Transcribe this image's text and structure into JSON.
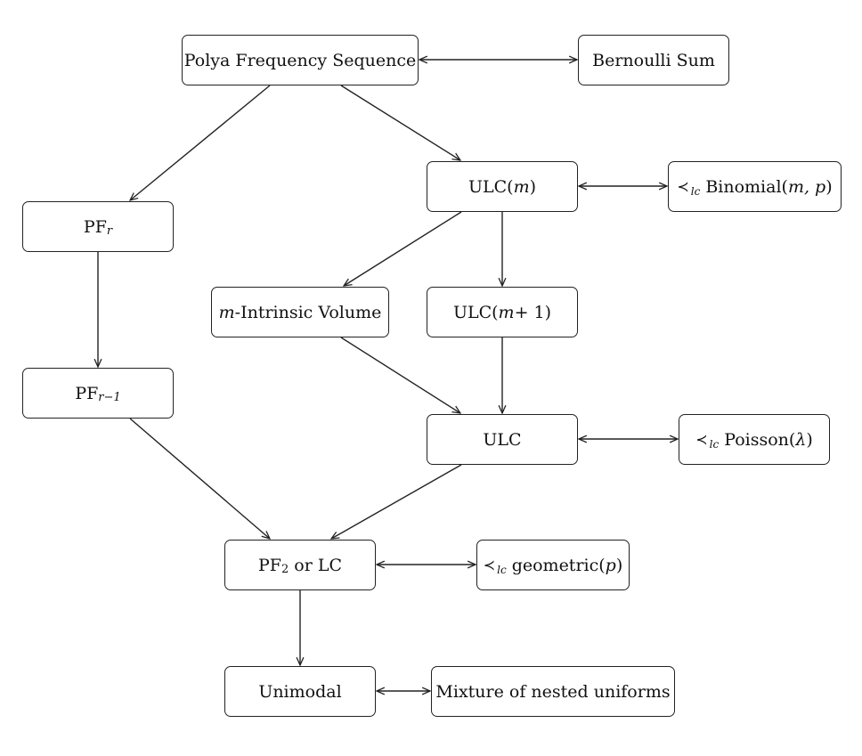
{
  "nodes": {
    "polya": "Polya Frequency Sequence",
    "bernoulli": "Bernoulli Sum",
    "ulc_m": {
      "base": "ULC(",
      "var": "m",
      "close": ")"
    },
    "binomial": {
      "rel": "≺",
      "rel_sub": "lc",
      "text": "Binomial(",
      "vars": "m, p",
      "close": ")"
    },
    "pf_r": {
      "base": "PF",
      "sub": "r"
    },
    "m_intrinsic": {
      "var": "m",
      "text": "-Intrinsic Volume"
    },
    "ulc_m1": {
      "base": "ULC(",
      "var": "m",
      "rest": " + 1)"
    },
    "pf_r1": {
      "base": "PF",
      "sub": "r−1"
    },
    "ulc": "ULC",
    "poisson": {
      "rel": "≺",
      "rel_sub": "lc",
      "text": "Poisson(",
      "var": "λ",
      "close": ")"
    },
    "pf2": {
      "base": "PF",
      "sub": "2",
      "rest": " or LC"
    },
    "geometric": {
      "rel": "≺",
      "rel_sub": "lc",
      "text": "geometric(",
      "var": "p",
      "close": ")"
    },
    "unimodal": "Unimodal",
    "mixture": "Mixture of nested uniforms"
  },
  "edges": [
    {
      "from": "polya",
      "to": "bernoulli",
      "type": "bidirectional"
    },
    {
      "from": "polya",
      "to": "pf_r",
      "type": "directed"
    },
    {
      "from": "polya",
      "to": "ulc_m",
      "type": "directed"
    },
    {
      "from": "ulc_m",
      "to": "binomial",
      "type": "bidirectional"
    },
    {
      "from": "ulc_m",
      "to": "m_intrinsic",
      "type": "directed"
    },
    {
      "from": "ulc_m",
      "to": "ulc_m1",
      "type": "directed"
    },
    {
      "from": "pf_r",
      "to": "pf_r1",
      "type": "directed"
    },
    {
      "from": "m_intrinsic",
      "to": "ulc",
      "type": "directed"
    },
    {
      "from": "ulc_m1",
      "to": "ulc",
      "type": "directed"
    },
    {
      "from": "ulc",
      "to": "poisson",
      "type": "bidirectional"
    },
    {
      "from": "pf_r1",
      "to": "pf2",
      "type": "directed"
    },
    {
      "from": "ulc",
      "to": "pf2",
      "type": "directed"
    },
    {
      "from": "pf2",
      "to": "geometric",
      "type": "bidirectional"
    },
    {
      "from": "pf2",
      "to": "unimodal",
      "type": "directed"
    },
    {
      "from": "unimodal",
      "to": "mixture",
      "type": "bidirectional"
    }
  ],
  "colors": {
    "stroke": "#222222",
    "background": "#ffffff"
  }
}
